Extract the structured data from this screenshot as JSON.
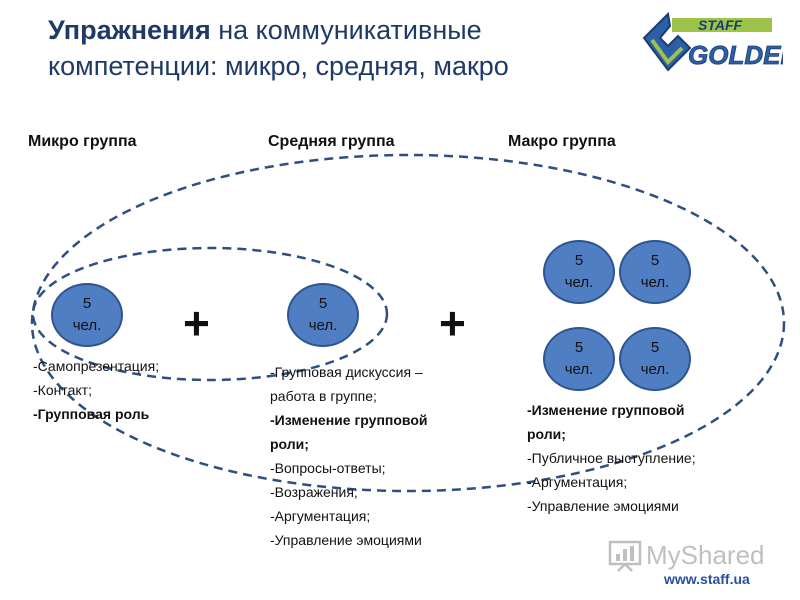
{
  "slide": {
    "title_bold": "Упражнения",
    "title_rest_line1": " на коммуникативные",
    "title_line2": "компетенции: микро, средняя, макро",
    "logo_text_top": "STAFF",
    "logo_text_bottom": "GOLDEN"
  },
  "columns": {
    "micro": "Микро группа",
    "middle": "Средняя группа",
    "macro": "Макро группа"
  },
  "circle": {
    "line1": "5",
    "line2": "чел."
  },
  "plus": "+",
  "micro_list": [
    "-Самопрезентация;",
    "-Контакт;",
    "-Групповая роль"
  ],
  "middle_list": [
    "-Групповая дискуссия –",
    "работа в группе;",
    "-Изменение групповой",
    "роли;",
    "-Вопросы-ответы;",
    "-Возражения;",
    "-Аргументация;",
    "-Управление эмоциями"
  ],
  "macro_list": [
    "-Изменение групповой",
    "роли;",
    "-Публичное выступление;",
    "-Аргументация;",
    "-Управление эмоциями"
  ],
  "watermark": "MyShared",
  "url": "www.staff.ua",
  "colors": {
    "title": "#1f3a66",
    "circle_fill": "#4f7ec2",
    "circle_border": "#2f5591",
    "ellipse_dash": "#2f4f7f",
    "url": "#2a4fa0"
  }
}
